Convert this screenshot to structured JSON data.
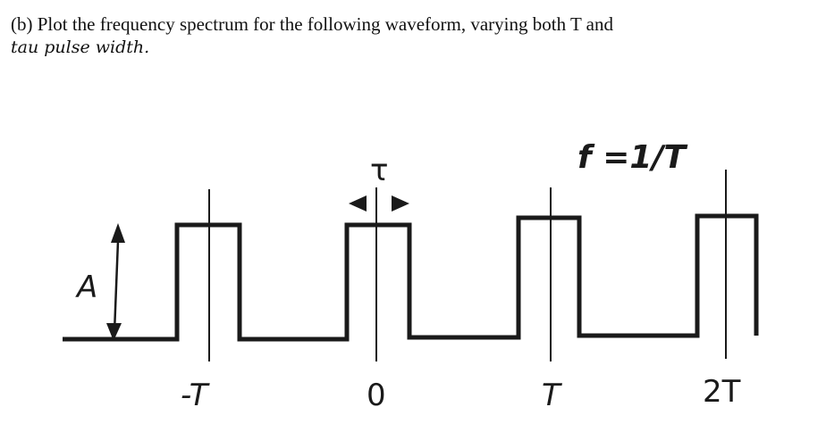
{
  "question": {
    "line1": "(b) Plot the frequency spectrum for the following waveform, varying both T  and",
    "line2": "tau pulse width."
  },
  "diagram": {
    "amplitude_label": "A",
    "tau_label": "τ",
    "frequency_label": "f =1/T",
    "tick_labels": [
      "-T",
      "0",
      "T",
      "2T"
    ]
  }
}
